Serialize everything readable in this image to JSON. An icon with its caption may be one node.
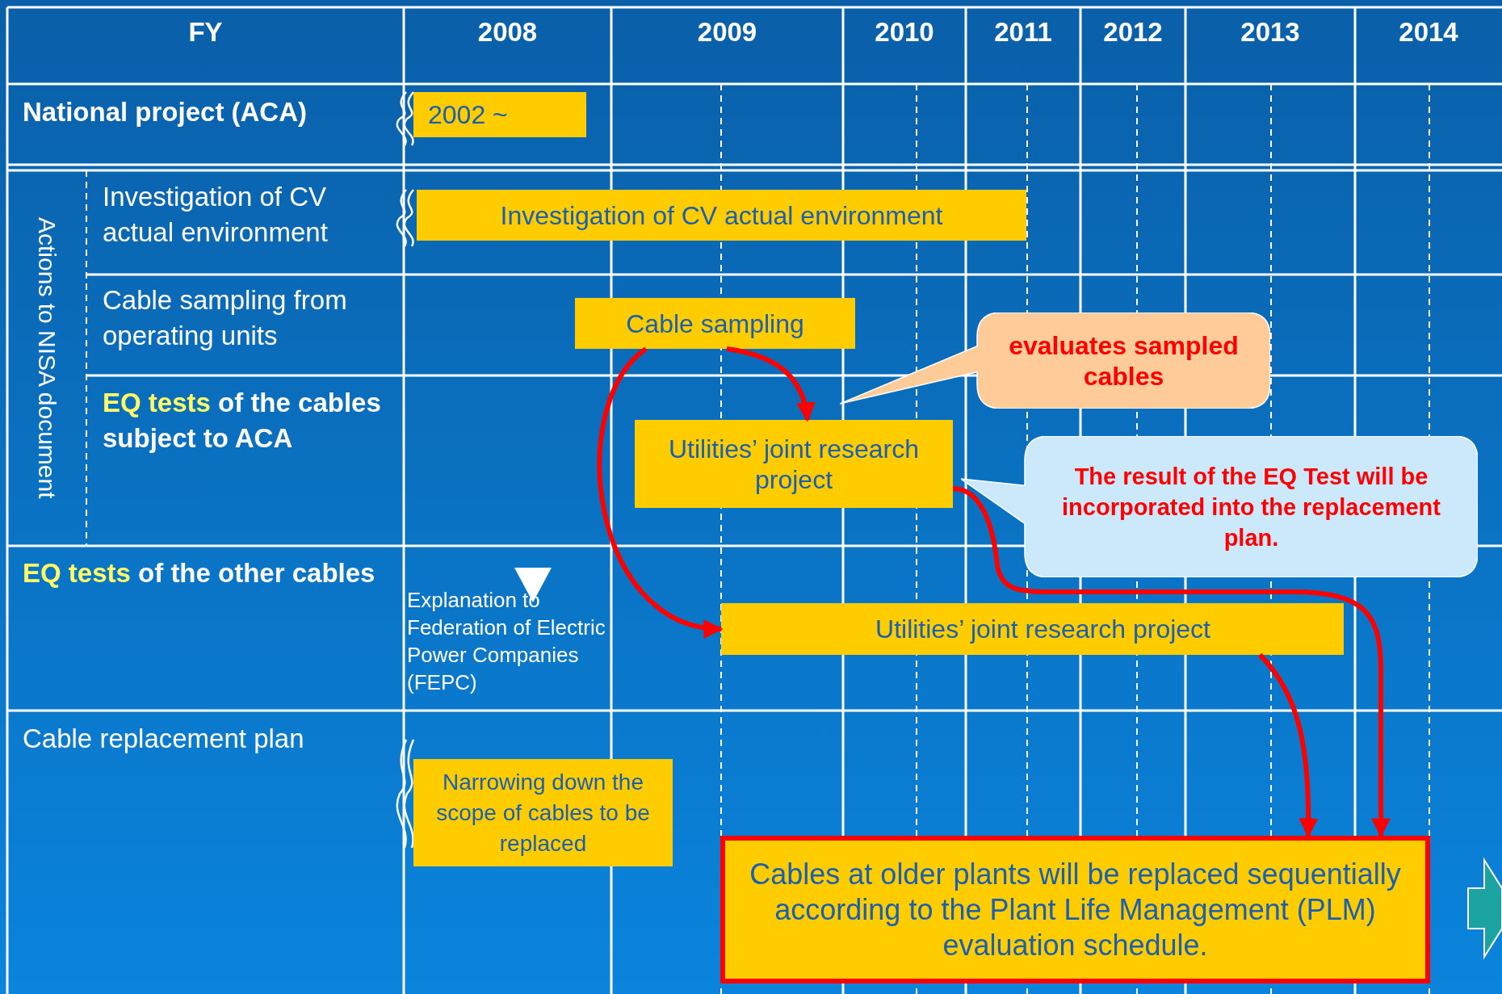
{
  "diagram": {
    "nodes": [
      {
        "text": [
          "2002 ~"
        ]
      },
      {
        "text": [
          "Investigation of CV actual environment"
        ]
      },
      {
        "text": [
          "Cable sampling"
        ]
      },
      {
        "text": [
          "evaluates sampled cables"
        ]
      },
      {
        "text": [
          "Utilities’ joint research project"
        ]
      },
      {
        "text": [
          "The result of the EQ Test will be incorporated into the replacement plan."
        ]
      },
      {
        "text": [
          "Utilities’ joint research project"
        ]
      },
      {
        "text": [
          "Narrowing down the scope of cables to be replaced"
        ]
      },
      {
        "text": [
          "Cables at older plants will be replaced sequentially according to the Plant Life Management (PLM) evaluation schedule."
        ]
      }
    ],
    "edges": [
      {
        "from": 2,
        "to": 4,
        "arrow": "to"
      },
      {
        "from": 2,
        "to": 6,
        "arrow": "to"
      },
      {
        "from": 4,
        "to": 8,
        "arrow": "to"
      },
      {
        "from": 6,
        "to": 8,
        "arrow": "to"
      }
    ],
    "labels": [
      "FY",
      "2008",
      "2009",
      "2010",
      "2011",
      "2012",
      "2013",
      "2014",
      "National project (ACA)",
      "Actions to NISA document",
      "Investigation of CV actual environment",
      "Cable sampling from operating units",
      "EQ tests",
      "of the cables subject to ACA",
      "EQ tests",
      "of the other cables",
      "Explanation to Federation of Electric Power Companies (FEPC)",
      "Cable replacement plan"
    ]
  }
}
